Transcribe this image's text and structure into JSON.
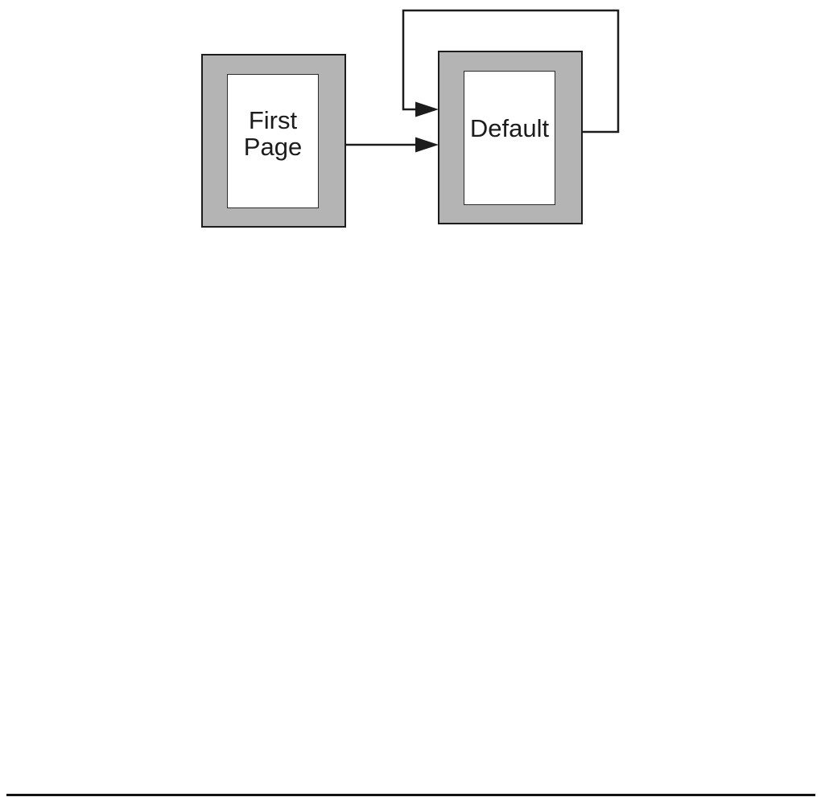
{
  "colors": {
    "line": "#1c1c1c",
    "page_fill": "#b4b4b4",
    "page_inner_fill": "#ffffff",
    "background": "#ffffff",
    "rule": "#111111"
  },
  "diagram": {
    "nodes": [
      {
        "id": "first-page",
        "label": "First\nPage"
      },
      {
        "id": "default",
        "label": "Default"
      }
    ],
    "connectors": [
      {
        "type": "flow-arrow",
        "from": "first-page",
        "to": "default"
      },
      {
        "type": "self-loop-arrow",
        "from": "default",
        "to": "default"
      }
    ]
  }
}
